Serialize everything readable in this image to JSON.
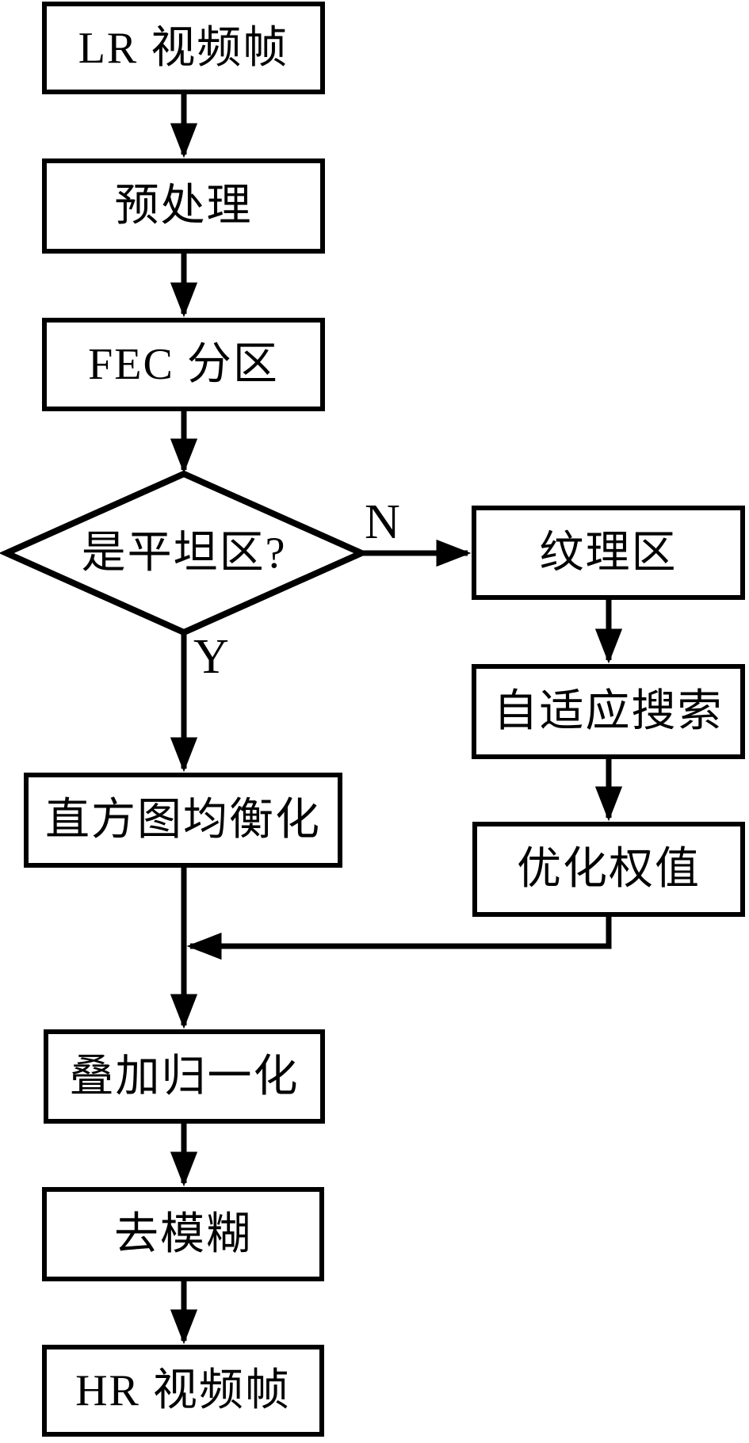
{
  "flowchart": {
    "background_color": "#ffffff",
    "line_color": "#000000",
    "node_fill_color": "#ffffff",
    "nodes": {
      "lr_frame": "LR 视频帧",
      "preprocess": "预处理",
      "fec_partition": "FEC 分区",
      "decision": "是平坦区?",
      "texture_region": "纹理区",
      "adaptive_search": "自适应搜索",
      "optimize_weights": "优化权值",
      "histogram_equalization": "直方图均衡化",
      "overlay_normalization": "叠加归一化",
      "deblur": "去模糊",
      "hr_frame": "HR 视频帧"
    },
    "branch_labels": {
      "yes": "Y",
      "no": "N"
    },
    "edges": [
      {
        "from": "lr_frame",
        "to": "preprocess",
        "label": ""
      },
      {
        "from": "preprocess",
        "to": "fec_partition",
        "label": ""
      },
      {
        "from": "fec_partition",
        "to": "decision",
        "label": ""
      },
      {
        "from": "decision",
        "to": "histogram_equalization",
        "label": "Y"
      },
      {
        "from": "decision",
        "to": "texture_region",
        "label": "N"
      },
      {
        "from": "texture_region",
        "to": "adaptive_search",
        "label": ""
      },
      {
        "from": "adaptive_search",
        "to": "optimize_weights",
        "label": ""
      },
      {
        "from": "optimize_weights",
        "to": "overlay_normalization",
        "label": ""
      },
      {
        "from": "histogram_equalization",
        "to": "overlay_normalization",
        "label": ""
      },
      {
        "from": "overlay_normalization",
        "to": "deblur",
        "label": ""
      },
      {
        "from": "deblur",
        "to": "hr_frame",
        "label": ""
      }
    ]
  }
}
